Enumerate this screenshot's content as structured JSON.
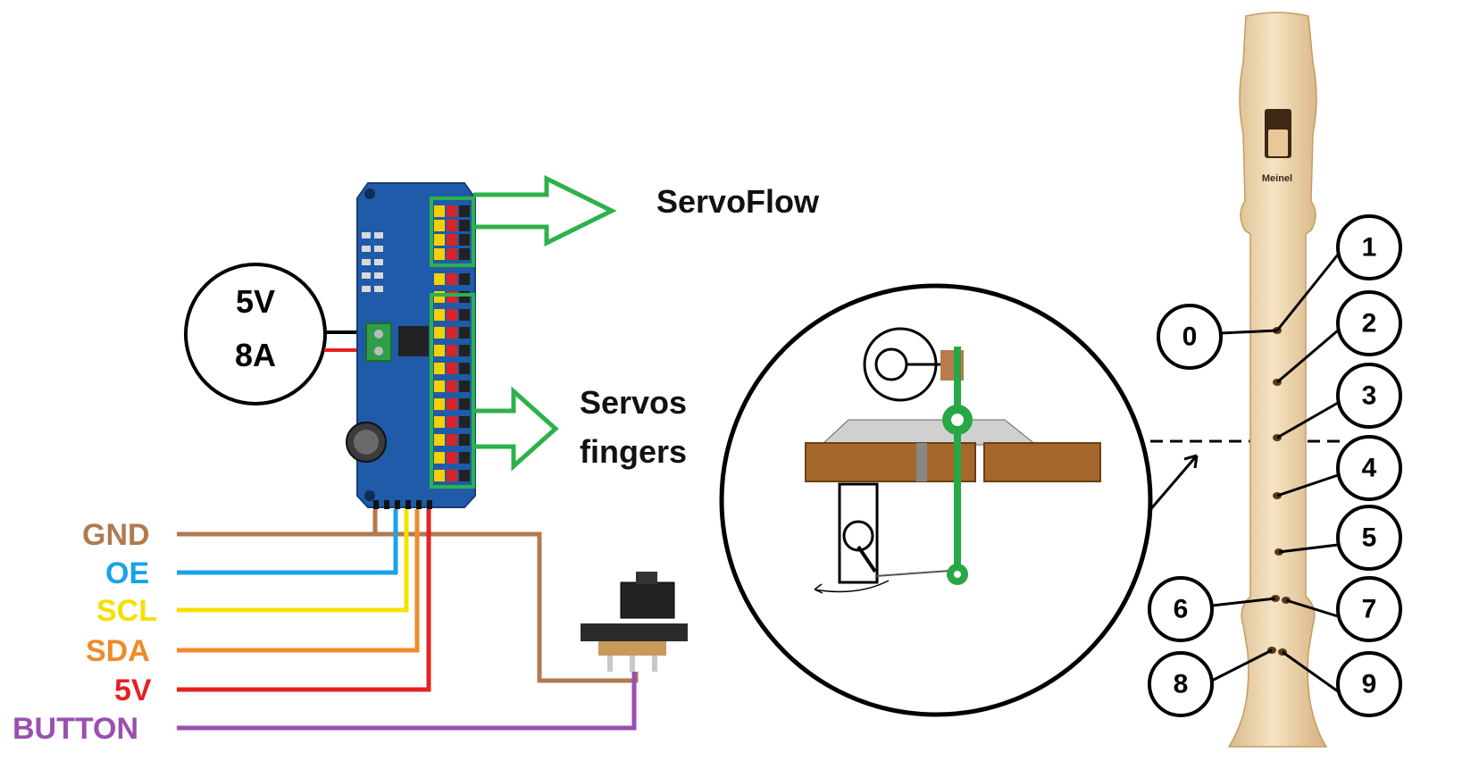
{
  "power_supply": {
    "voltage": "5V",
    "current": "8A"
  },
  "board": {
    "label_servoflow": "ServoFlow",
    "label_servos_line1": "Servos",
    "label_servos_line2": "fingers"
  },
  "brand": "Meinel",
  "wires": [
    {
      "label": "GND",
      "color": "#b07a50"
    },
    {
      "label": "OE",
      "color": "#1aa3e8"
    },
    {
      "label": "SCL",
      "color": "#f5e000"
    },
    {
      "label": "SDA",
      "color": "#f08a2a"
    },
    {
      "label": "5V",
      "color": "#e52121"
    },
    {
      "label": "BUTTON",
      "color": "#9b4fb0"
    }
  ],
  "holes": [
    "0",
    "1",
    "2",
    "3",
    "4",
    "5",
    "6",
    "7",
    "8",
    "9"
  ],
  "colors": {
    "arrow": "#2db14a",
    "board": "#1f5ba8",
    "wood": "#a5682a",
    "servo_arm": "#28a745",
    "recorder": "#ecd2a4"
  }
}
